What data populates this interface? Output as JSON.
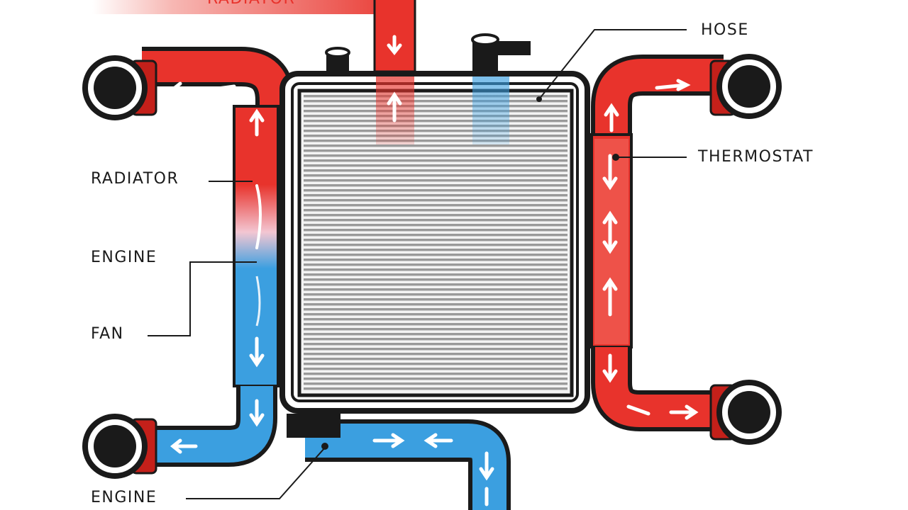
{
  "labels": {
    "top": "RADIATOR",
    "hose": "HOSE",
    "thermostat": "THERMOSTAT",
    "radiator": "RADIATOR",
    "engine_upper": "ENGINE",
    "fan": "FAN",
    "engine_lower": "ENGINE"
  },
  "colors": {
    "hot": "#e8332c",
    "hot_dark": "#c4201a",
    "cool": "#3b9fe0",
    "outline": "#1a1a1a",
    "fin": "#9a9a9a",
    "background": "#ffffff"
  }
}
